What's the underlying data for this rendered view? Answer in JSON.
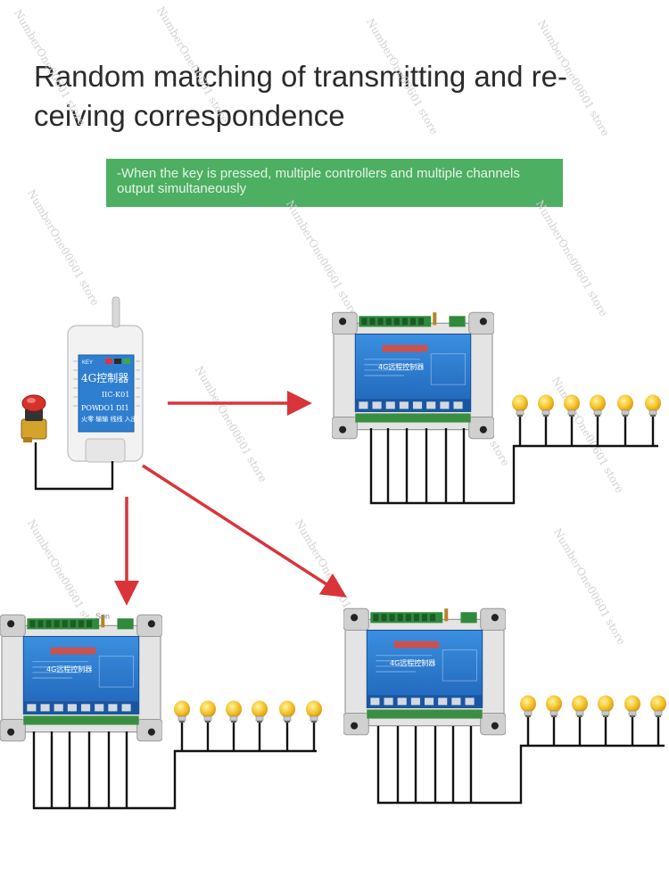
{
  "title": {
    "line1": "Random matching of transmitting and re-",
    "line2": "ceiving correspondence"
  },
  "banner": {
    "text": "-When the key is pressed, multiple controllers and multiple channels output simultaneously"
  },
  "transmitter": {
    "top_label": "KEY",
    "name": "4G控制器",
    "model": "IIC-K01",
    "port_labels": [
      "POW",
      "DO1",
      "DI1"
    ],
    "bottom_label": "火零 输输 线线 入出"
  },
  "receivers": [
    {
      "id": "receiver-top-right",
      "name": "4G远程控制器",
      "lamps": 6
    },
    {
      "id": "receiver-bottom-left",
      "name": "4G远程控制器",
      "lamps": 6
    },
    {
      "id": "receiver-bottom-right",
      "name": "4G远程控制器",
      "lamps": 6
    }
  ],
  "annotations": {
    "son_label": "Son"
  },
  "watermark": {
    "text": "NumberOne00601 store"
  },
  "colors": {
    "banner": "#4caf62",
    "arrow": "#d9343a",
    "relay_screen": "#2f7fd0",
    "lamp": "#f2c12e",
    "button_red": "#d8312b"
  }
}
